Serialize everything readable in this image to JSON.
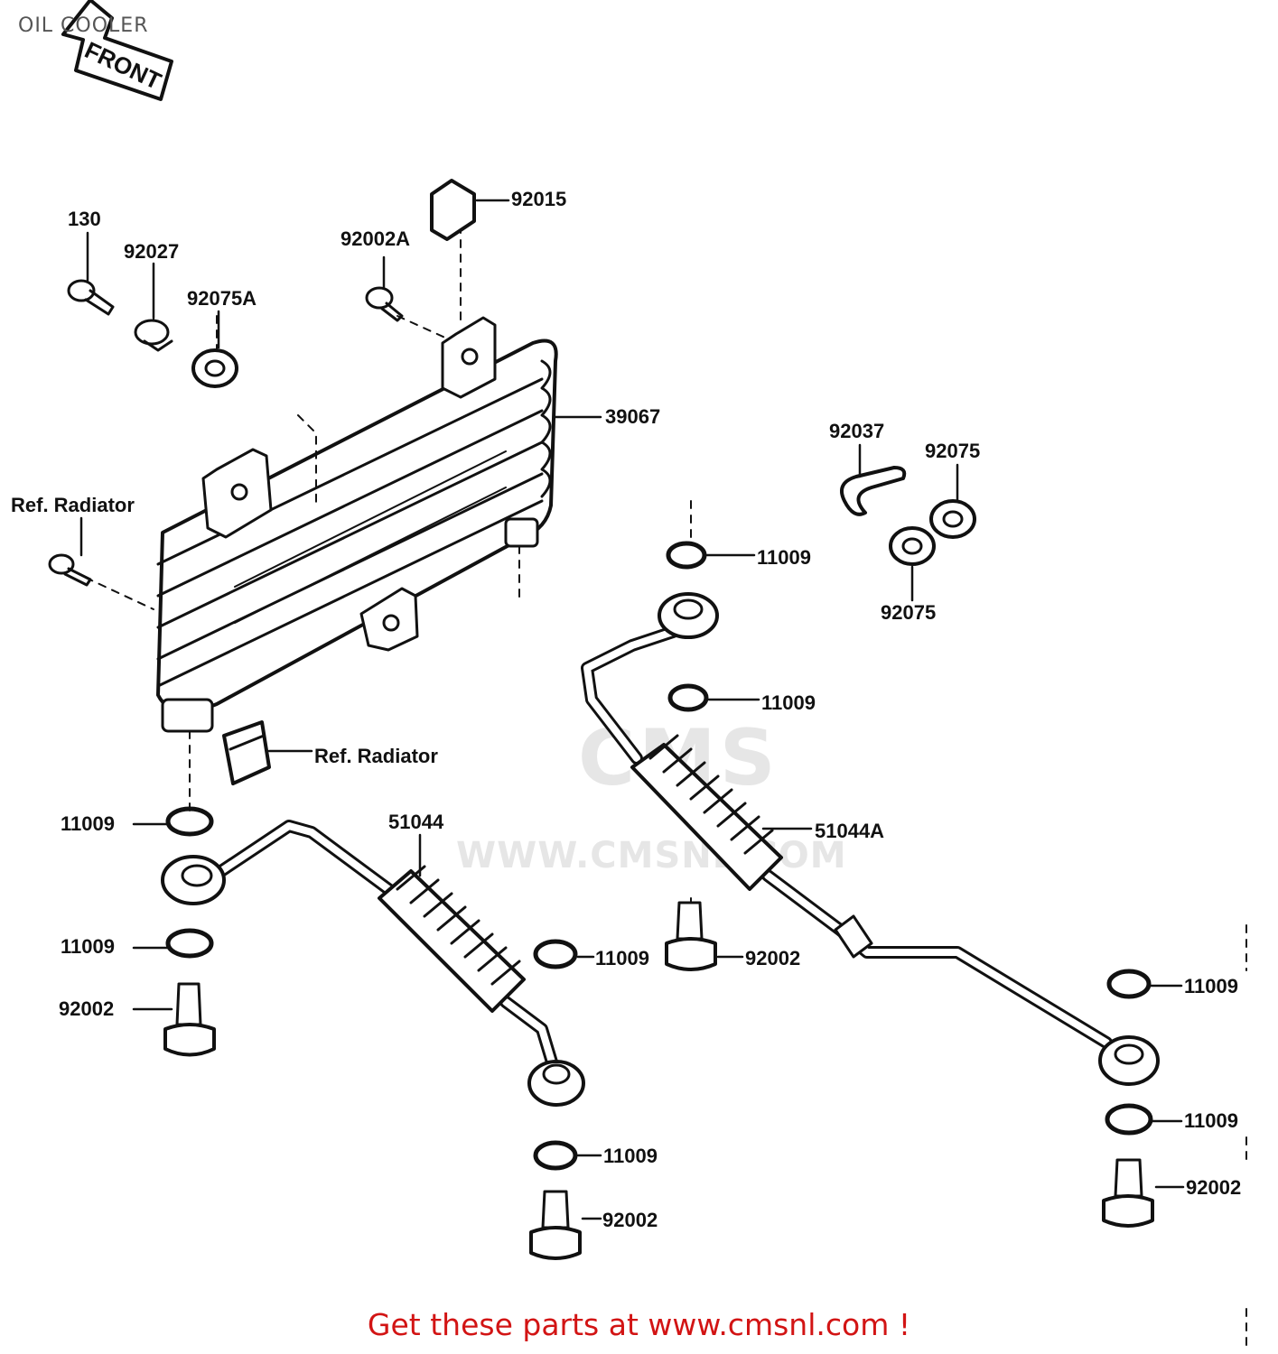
{
  "header": {
    "title": "OIL COOLER"
  },
  "front_arrow": {
    "label": "FRONT"
  },
  "watermark": {
    "logo": "CMS",
    "url": "WWW.CMSNL.COM"
  },
  "callouts": [
    {
      "id": "c130",
      "label": "130"
    },
    {
      "id": "c92027",
      "label": "92027"
    },
    {
      "id": "c92075a",
      "label": "92075A"
    },
    {
      "id": "c92002a",
      "label": "92002A"
    },
    {
      "id": "c92015",
      "label": "92015"
    },
    {
      "id": "c39067",
      "label": "39067"
    },
    {
      "id": "c92037",
      "label": "92037"
    },
    {
      "id": "c92075-top",
      "label": "92075"
    },
    {
      "id": "c92075-bottom",
      "label": "92075"
    },
    {
      "id": "cref1",
      "label": "Ref. Radiator"
    },
    {
      "id": "cref2",
      "label": "Ref. Radiator"
    },
    {
      "id": "c11009-a",
      "label": "11009"
    },
    {
      "id": "c11009-b",
      "label": "11009"
    },
    {
      "id": "c11009-c",
      "label": "11009"
    },
    {
      "id": "c11009-d",
      "label": "11009"
    },
    {
      "id": "c11009-e",
      "label": "11009"
    },
    {
      "id": "c11009-f",
      "label": "11009"
    },
    {
      "id": "c11009-g",
      "label": "11009"
    },
    {
      "id": "c11009-h",
      "label": "11009"
    },
    {
      "id": "c51044",
      "label": "51044"
    },
    {
      "id": "c51044a",
      "label": "51044A"
    },
    {
      "id": "c92002-a",
      "label": "92002"
    },
    {
      "id": "c92002-b",
      "label": "92002"
    },
    {
      "id": "c92002-c",
      "label": "92002"
    },
    {
      "id": "c92002-d",
      "label": "92002"
    }
  ],
  "footer": {
    "text": "Get these parts at www.cmsnl.com !"
  }
}
